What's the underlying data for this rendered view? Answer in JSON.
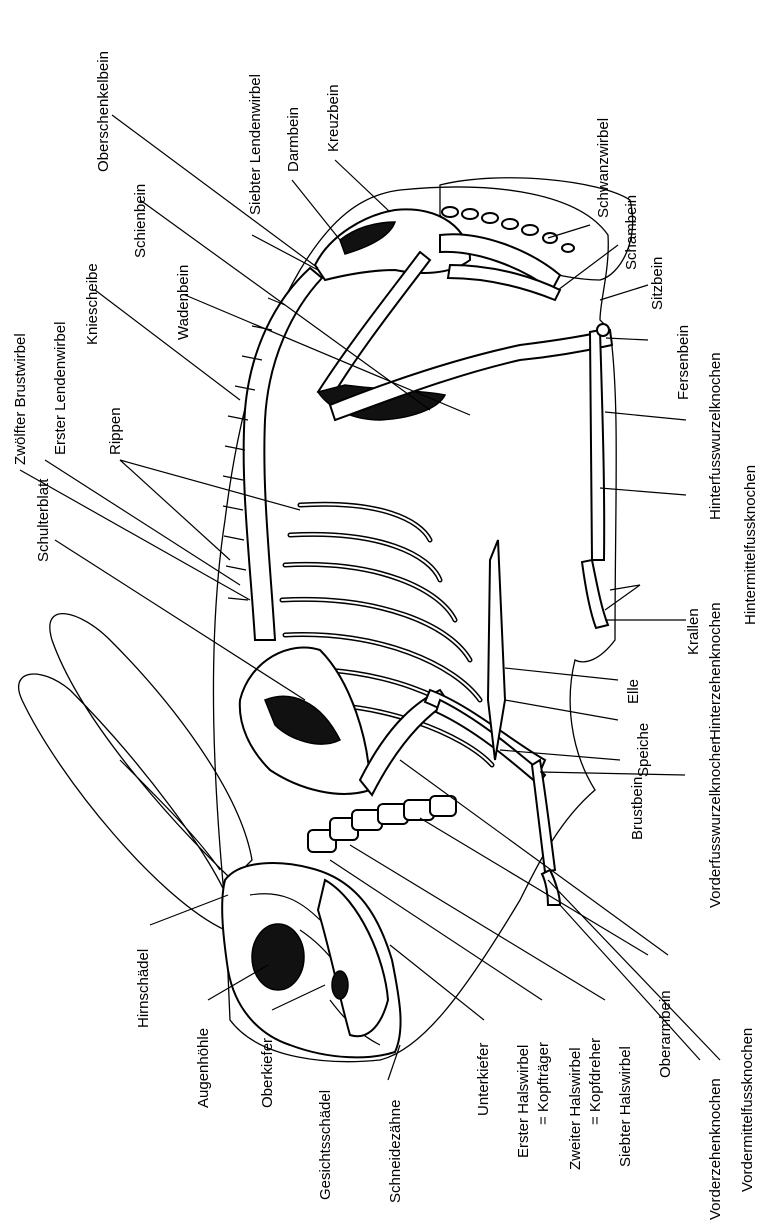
{
  "labels": {
    "hirnschaedel": "Hirnschädel",
    "augenhoehle": "Augenhöhle",
    "oberkiefer": "Oberkiefer",
    "gesichtsschaedel": "Gesichtsschädel",
    "schneidezaehne": "Schneidezähne",
    "unterkiefer": "Unterkiefer",
    "erster_halswirbel": "Erster Halswirbel",
    "kopftraeger": "= Kopfträger",
    "zweiter_halswirbel": "Zweiter Halswirbel",
    "kopfdreher": "= Kopfdreher",
    "siebter_halswirbel": "Siebter Halswirbel",
    "oberarmbein": "Oberarmbein",
    "vorderzehenknochen": "Vorderzehenknochen",
    "vordermittelfussknochen": "Vordermittelfussknochen",
    "vorderfusswurzelknochen": "Vorderfusswurzelknochen",
    "brustbein": "Brustbein",
    "speiche": "Speiche",
    "elle": "Elle",
    "hinterzehenknochen": "Hinterzehenknochen",
    "krallen": "Krallen",
    "hintermittelfussknochen": "Hintermittelfussknochen",
    "hinterfusswurzelknochen": "Hinterfusswurzelknochen",
    "fersenbein": "Fersenbein",
    "sitzbein": "Sitzbein",
    "schambein": "Schambein",
    "schwanzwirbel": "Schwanzwirbel",
    "kreuzbein": "Kreuzbein",
    "darmbein": "Darmbein",
    "siebter_lendenwirbel": "Siebter Lendenwirbel",
    "oberschenkelbein": "Oberschenkelbein",
    "schienbein": "Schienbein",
    "wadenbein": "Wadenbein",
    "kniescheibe": "Kniescheibe",
    "rippen": "Rippen",
    "erster_lendenwirbel": "Erster Lendenwirbel",
    "zwoelfter_brustwirbel": "Zwölfter Brustwirbel",
    "schulterblatt": "Schulterblatt"
  }
}
